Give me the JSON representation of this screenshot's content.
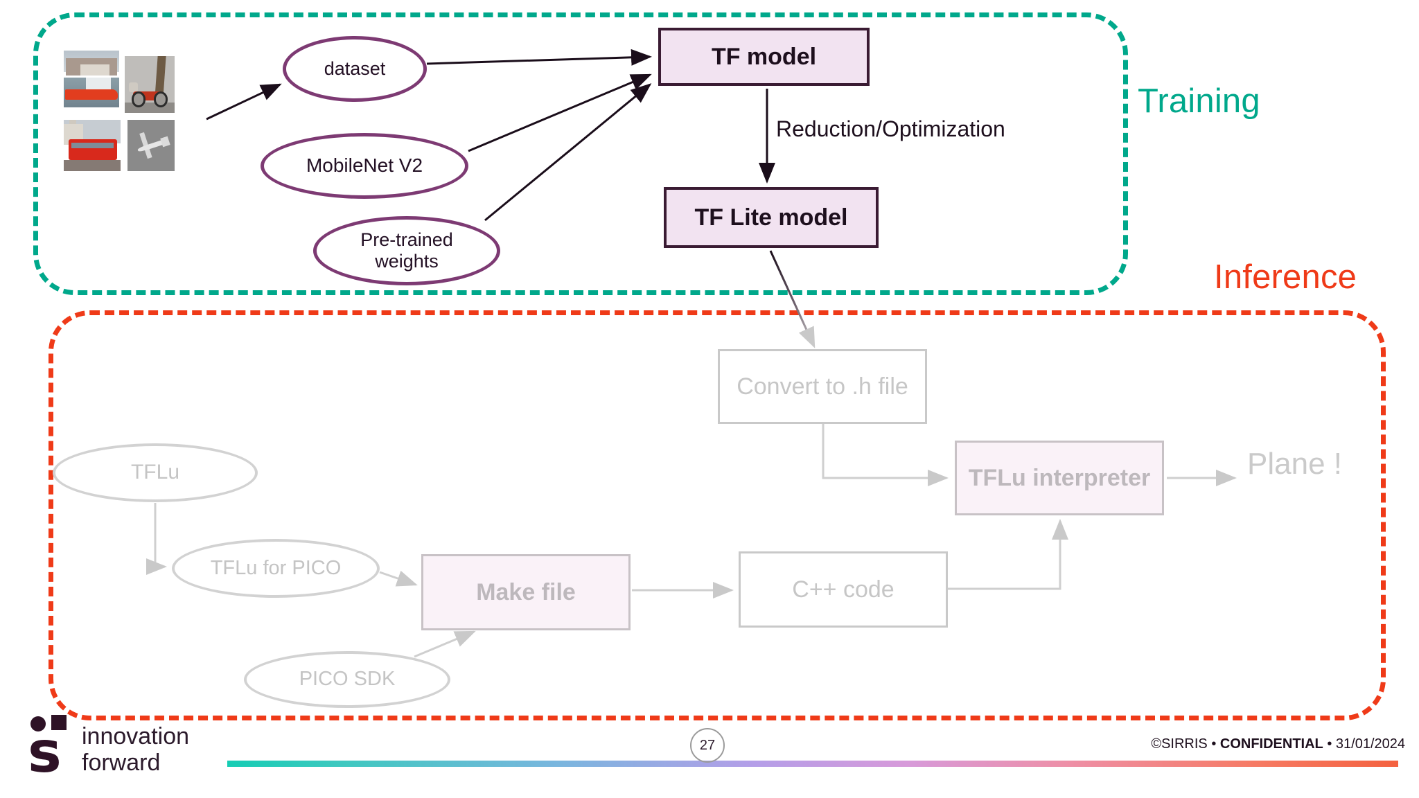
{
  "slide": {
    "page_number": "27",
    "copyright_prefix": "©SIRRIS • ",
    "copyright_bold": "CONFIDENTIAL",
    "copyright_suffix": " • 31/01/2024",
    "logo_line1": "innovation",
    "logo_line2": "forward",
    "logo_letter": "s"
  },
  "regions": {
    "training": {
      "label": "Training",
      "color": "#00a88b"
    },
    "inference": {
      "label": "Inference",
      "color": "#ef3a18"
    }
  },
  "thumbnails": [
    {
      "name": "boat-thumbnail"
    },
    {
      "name": "motorcycle-thumbnail"
    },
    {
      "name": "bus-thumbnail"
    },
    {
      "name": "plane-thumbnail"
    }
  ],
  "training": {
    "nodes": {
      "dataset": "dataset",
      "mobilenet": "MobileNet V2",
      "weights": "Pre-trained\nweights",
      "weights_line1": "Pre-trained",
      "weights_line2": "weights",
      "tf_model": "TF model",
      "tf_lite_model": "TF Lite model"
    },
    "edge_label": "Reduction/Optimization",
    "box_fill": "#f2e3f1",
    "box_border": "#3a1b33",
    "ellipse_border": "#7d3a73"
  },
  "inference": {
    "nodes": {
      "convert": "Convert to .h file",
      "interpreter": "TFLu interpreter",
      "make_file": "Make file",
      "cpp_code": "C++ code",
      "tflu": "TFLu",
      "tflu_for_pico": "TFLu for PICO",
      "pico_sdk": "PICO SDK",
      "result": "Plane !"
    },
    "faded_color": "#c6c6c6",
    "faded_border": "#c9c9c9"
  }
}
